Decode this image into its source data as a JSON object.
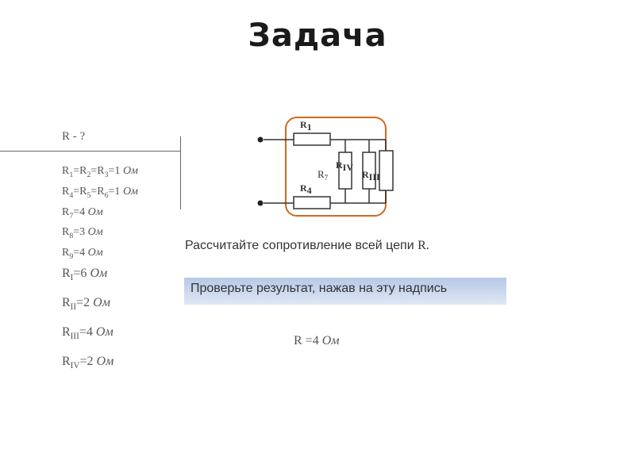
{
  "slide": {
    "title": "Задача"
  },
  "given": {
    "unknown": "R - ?",
    "lines": [
      [
        {
          "t": "R",
          "s": false
        },
        {
          "t": "1",
          "s": true
        },
        {
          "t": "=R",
          "s": false
        },
        {
          "t": "2",
          "s": true
        },
        {
          "t": "=R",
          "s": false
        },
        {
          "t": "3",
          "s": true
        },
        {
          "t": "=1 ",
          "s": false
        },
        {
          "t": "Ом",
          "s": false,
          "i": true
        }
      ],
      [
        {
          "t": "R",
          "s": false
        },
        {
          "t": "4",
          "s": true
        },
        {
          "t": "=R",
          "s": false
        },
        {
          "t": "5",
          "s": true
        },
        {
          "t": "=R",
          "s": false
        },
        {
          "t": "6",
          "s": true
        },
        {
          "t": "=1 ",
          "s": false
        },
        {
          "t": "Ом",
          "s": false,
          "i": true
        }
      ],
      [
        {
          "t": "R",
          "s": false
        },
        {
          "t": "7",
          "s": true
        },
        {
          "t": "=4 ",
          "s": false
        },
        {
          "t": "Ом",
          "s": false,
          "i": true
        }
      ],
      [
        {
          "t": "R",
          "s": false
        },
        {
          "t": "8",
          "s": true
        },
        {
          "t": "=3 ",
          "s": false
        },
        {
          "t": "Ом",
          "s": false,
          "i": true
        }
      ],
      [
        {
          "t": "R",
          "s": false
        },
        {
          "t": "9",
          "s": true
        },
        {
          "t": "=4 ",
          "s": false
        },
        {
          "t": "Ом",
          "s": false,
          "i": true
        }
      ]
    ]
  },
  "results": [
    {
      "base": "R",
      "sub": "I",
      "val": "=6 ",
      "unit": "Ом"
    },
    {
      "base": "R",
      "sub": "II",
      "val": "=2 ",
      "unit": "Ом"
    },
    {
      "base": "R",
      "sub": "III",
      "val": "=4 ",
      "unit": "Ом"
    },
    {
      "base": "R",
      "sub": "IV",
      "val": "=2 ",
      "unit": "Ом"
    }
  ],
  "circuit": {
    "labels": [
      {
        "base": "R",
        "sub": "1"
      },
      {
        "base": "R",
        "sub": "4"
      },
      {
        "base": "R",
        "sub": "7"
      },
      {
        "base": "R",
        "sub": "IV"
      },
      {
        "base": "R",
        "sub": "III"
      }
    ],
    "frame_color": "#d2691e",
    "wire_color": "#333333"
  },
  "task": {
    "text": "Рассчитайте сопротивление всей цепи ",
    "var": "R."
  },
  "check": {
    "label": "Проверьте результат, нажав на эту надпись"
  },
  "answer": {
    "text": "R =4 ",
    "unit": "Ом"
  }
}
